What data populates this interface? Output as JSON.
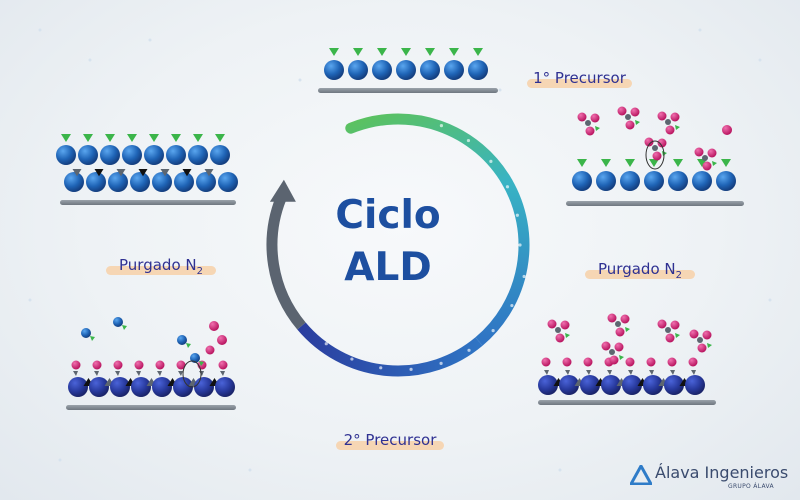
{
  "center": {
    "line1": "Ciclo",
    "line2": "ALD"
  },
  "labels": {
    "precursor1": "1° Precursor",
    "purge_right_main": "Purgado N",
    "purge_right_sub": "2",
    "precursor2": "2° Precursor",
    "purge_left_main": "Purgado N",
    "purge_left_sub": "2"
  },
  "brand": {
    "name": "Álava Ingenieros",
    "group": "GRUPO ÁLAVA"
  },
  "colors": {
    "substrate_blue": "#1f64b6",
    "precursor1_green": "#3bb54a",
    "precursor2_magenta": "#d4237b",
    "linker_gray": "#5d6670",
    "label_highlight": "#f6d6b4",
    "text_navy": "#2f3192"
  },
  "icons": [
    "cycle-arrow-icon",
    "alava-logo-icon"
  ]
}
